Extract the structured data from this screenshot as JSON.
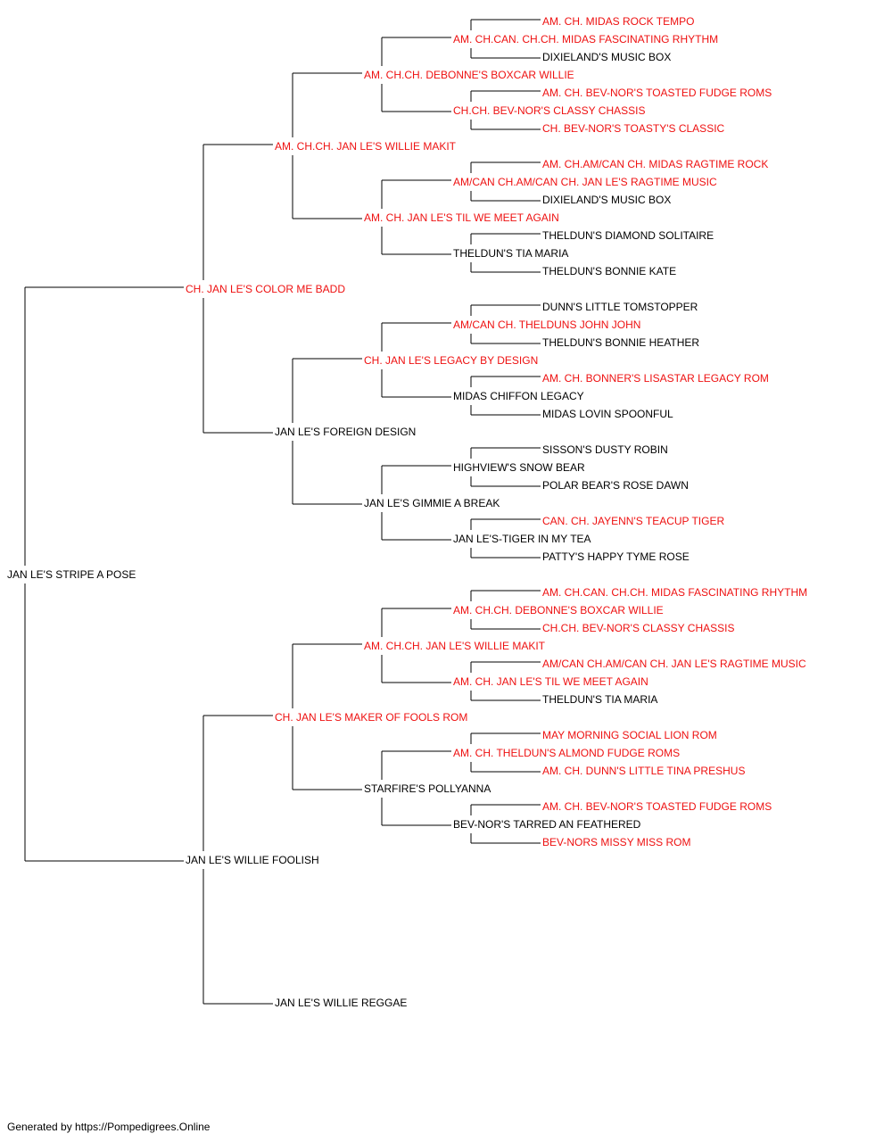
{
  "colors": {
    "champion": "#ee1111",
    "standard": "#000000",
    "line": "#000000"
  },
  "pedigree": {
    "name": "JAN LE'S STRIPE A POSE",
    "champion": false,
    "sire": {
      "name": "CH. JAN LE'S COLOR ME BADD",
      "champion": true,
      "sire": {
        "name": "AM. CH.CH. JAN LE'S WILLIE MAKIT",
        "champion": true,
        "sire": {
          "name": "AM. CH.CH. DEBONNE'S BOXCAR WILLIE",
          "champion": true,
          "sire": {
            "name": "AM. CH.CAN. CH.CH. MIDAS FASCINATING RHYTHM",
            "champion": true,
            "sire": {
              "name": "AM. CH. MIDAS ROCK TEMPO",
              "champion": true
            },
            "dam": {
              "name": "DIXIELAND'S MUSIC BOX",
              "champion": false
            }
          },
          "dam": {
            "name": "CH.CH. BEV-NOR'S CLASSY CHASSIS",
            "champion": true,
            "sire": {
              "name": "AM. CH. BEV-NOR'S TOASTED FUDGE ROMS",
              "champion": true
            },
            "dam": {
              "name": "CH. BEV-NOR'S TOASTY'S CLASSIC",
              "champion": true
            }
          }
        },
        "dam": {
          "name": "AM. CH. JAN LE'S TIL WE MEET AGAIN",
          "champion": true,
          "sire": {
            "name": "AM/CAN CH.AM/CAN CH. JAN LE'S RAGTIME MUSIC",
            "champion": true,
            "sire": {
              "name": "AM. CH.AM/CAN CH. MIDAS RAGTIME ROCK",
              "champion": true
            },
            "dam": {
              "name": "DIXIELAND'S MUSIC BOX",
              "champion": false
            }
          },
          "dam": {
            "name": "THELDUN'S TIA MARIA",
            "champion": false,
            "sire": {
              "name": "THELDUN'S DIAMOND SOLITAIRE",
              "champion": false
            },
            "dam": {
              "name": "THELDUN'S BONNIE KATE",
              "champion": false
            }
          }
        }
      },
      "dam": {
        "name": "JAN LE'S FOREIGN DESIGN",
        "champion": false,
        "sire": {
          "name": "CH. JAN LE'S LEGACY BY DESIGN",
          "champion": true,
          "sire": {
            "name": "AM/CAN CH. THELDUNS JOHN JOHN",
            "champion": true,
            "sire": {
              "name": "DUNN'S LITTLE TOMSTOPPER",
              "champion": false
            },
            "dam": {
              "name": "THELDUN'S BONNIE HEATHER",
              "champion": false
            }
          },
          "dam": {
            "name": "MIDAS CHIFFON LEGACY",
            "champion": false,
            "sire": {
              "name": "AM. CH. BONNER'S LISASTAR LEGACY ROM",
              "champion": true
            },
            "dam": {
              "name": "MIDAS LOVIN SPOONFUL",
              "champion": false
            }
          }
        },
        "dam": {
          "name": "JAN LE'S GIMMIE A BREAK",
          "champion": false,
          "sire": {
            "name": "HIGHVIEW'S SNOW BEAR",
            "champion": false,
            "sire": {
              "name": "SISSON'S DUSTY ROBIN",
              "champion": false
            },
            "dam": {
              "name": "POLAR BEAR'S ROSE DAWN",
              "champion": false
            }
          },
          "dam": {
            "name": "JAN LE'S-TIGER IN MY TEA",
            "champion": false,
            "sire": {
              "name": "CAN. CH. JAYENN'S TEACUP TIGER",
              "champion": true
            },
            "dam": {
              "name": "PATTY'S HAPPY TYME ROSE",
              "champion": false
            }
          }
        }
      }
    },
    "dam": {
      "name": "JAN LE'S WILLIE FOOLISH",
      "champion": false,
      "sire": {
        "name": "CH. JAN LE'S MAKER OF FOOLS ROM",
        "champion": true,
        "sire": {
          "name": "AM. CH.CH. JAN LE'S WILLIE MAKIT",
          "champion": true,
          "sire": {
            "name": "AM. CH.CH. DEBONNE'S BOXCAR WILLIE",
            "champion": true,
            "sire": {
              "name": "AM. CH.CAN. CH.CH. MIDAS FASCINATING RHYTHM",
              "champion": true
            },
            "dam": {
              "name": "CH.CH. BEV-NOR'S CLASSY CHASSIS",
              "champion": true
            }
          },
          "dam": {
            "name": "AM. CH. JAN LE'S TIL WE MEET AGAIN",
            "champion": true,
            "sire": {
              "name": "AM/CAN CH.AM/CAN CH. JAN LE'S RAGTIME MUSIC",
              "champion": true
            },
            "dam": {
              "name": "THELDUN'S TIA MARIA",
              "champion": false
            }
          }
        },
        "dam": {
          "name": "STARFIRE'S POLLYANNA",
          "champion": false,
          "sire": {
            "name": "AM. CH. THELDUN'S ALMOND FUDGE ROMS",
            "champion": true,
            "sire": {
              "name": "MAY MORNING SOCIAL LION ROM",
              "champion": true
            },
            "dam": {
              "name": "AM. CH. DUNN'S LITTLE TINA PRESHUS",
              "champion": true
            }
          },
          "dam": {
            "name": "BEV-NOR'S TARRED AN FEATHERED",
            "champion": false,
            "sire": {
              "name": "AM. CH. BEV-NOR'S TOASTED FUDGE ROMS",
              "champion": true
            },
            "dam": {
              "name": "BEV-NORS MISSY MISS ROM",
              "champion": true
            }
          }
        }
      },
      "dam": {
        "name": "JAN LE'S WILLIE REGGAE",
        "champion": false
      }
    }
  },
  "footer": "Generated by https://Pompedigrees.Online"
}
